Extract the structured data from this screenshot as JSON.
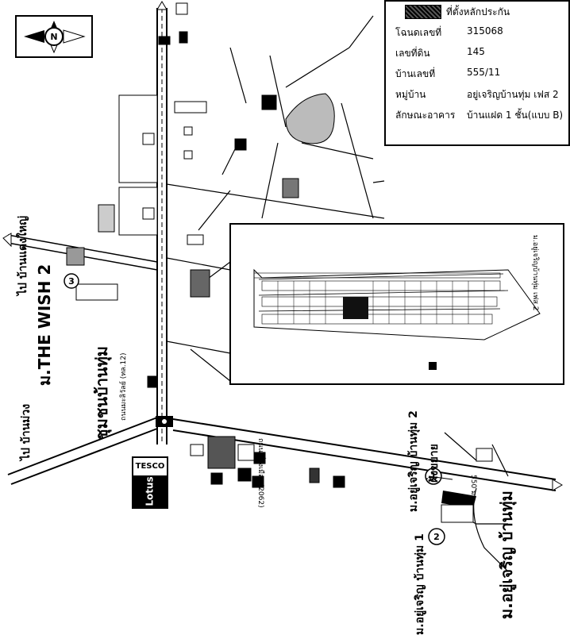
{
  "legend": {
    "label": "ที่ตั้งหลักประกัน"
  },
  "deed": [
    {
      "label": "โฉนดเลขที่",
      "value": "315068"
    },
    {
      "label": "เลขที่ดิน",
      "value": "145"
    },
    {
      "label": "บ้านเลขที่",
      "value": "555/11"
    },
    {
      "label": "หมู่บ้าน",
      "value": "อยู่เจริญบ้านทุ่ม เฟส 2"
    },
    {
      "label": "ลักษณะอาคาร",
      "value": "บ้านแฝด 1 ชั้น(แบบ B)"
    }
  ],
  "compass": {
    "letter": "N"
  },
  "labels": {
    "to_ban_daeng_yai": "ไป บ้านแดงใหญ่",
    "the_wish": "ม.THE WISH 2",
    "community": "ชุมชนบ้านทุ่ม",
    "to_ban_muang": "ไป บ้านม่วง",
    "phase1": "ม.อยู่เจริญ บ้านทุ่ม 1",
    "phase2": "ม.อยู่เจริญ บ้านทุ่ม 2",
    "phase2_expansion": "ฝั่งขยาย",
    "project_bottom": "ม.อยู่เจริญ บ้านทุ่ม",
    "road_2062": "ถนนเลี่ยงเมือง (2062)",
    "highway12": "ถนนมะลิวัลย์ (ทล.12)",
    "inset_title": "ม.อยู่เจริญบ้านทุ่ม  เฟส 2",
    "distance": "550 ม.",
    "tesco_top": "TESCO",
    "tesco_bottom": "Lotus"
  },
  "markers": {
    "m1": "1",
    "m2": "2",
    "m3": "3"
  },
  "colors": {
    "ink": "#000000",
    "paper": "#ffffff",
    "collateral": "#111111"
  }
}
